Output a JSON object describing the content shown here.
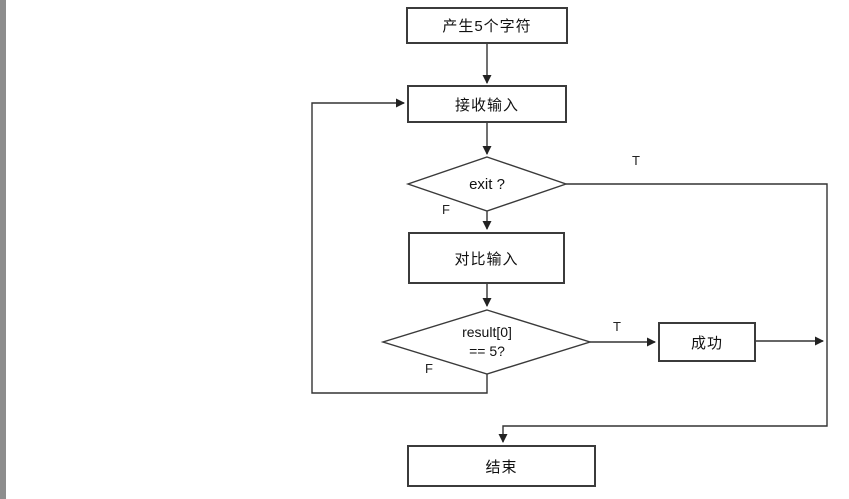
{
  "diagram": {
    "title": "character-guess-flowchart",
    "nodes": {
      "generate": {
        "type": "process",
        "label": "产生5个字符"
      },
      "receive": {
        "type": "process",
        "label": "接收输入"
      },
      "exit_decision": {
        "type": "decision",
        "label": "exit ?"
      },
      "compare": {
        "type": "process",
        "label": "对比输入"
      },
      "result_decision": {
        "type": "decision",
        "line1": "result[0]",
        "line2": "== 5?"
      },
      "success": {
        "type": "process",
        "label": "成功"
      },
      "end": {
        "type": "process",
        "label": "结束"
      }
    },
    "branch_labels": {
      "exit_true": "T",
      "exit_false": "F",
      "result_true": "T",
      "result_false": "F"
    },
    "edges": [
      {
        "from": "generate",
        "to": "receive"
      },
      {
        "from": "receive",
        "to": "exit_decision"
      },
      {
        "from": "exit_decision",
        "to": "end",
        "label": "T"
      },
      {
        "from": "exit_decision",
        "to": "compare",
        "label": "F"
      },
      {
        "from": "compare",
        "to": "result_decision"
      },
      {
        "from": "result_decision",
        "to": "success",
        "label": "T"
      },
      {
        "from": "result_decision",
        "to": "receive",
        "label": "F"
      },
      {
        "from": "success",
        "to": "end"
      }
    ],
    "colors": {
      "background": "#ffffff",
      "connector": "#333333",
      "node_border": "#3b3b3b",
      "text": "#111111",
      "edge_bar": "#8d8d8d"
    }
  }
}
